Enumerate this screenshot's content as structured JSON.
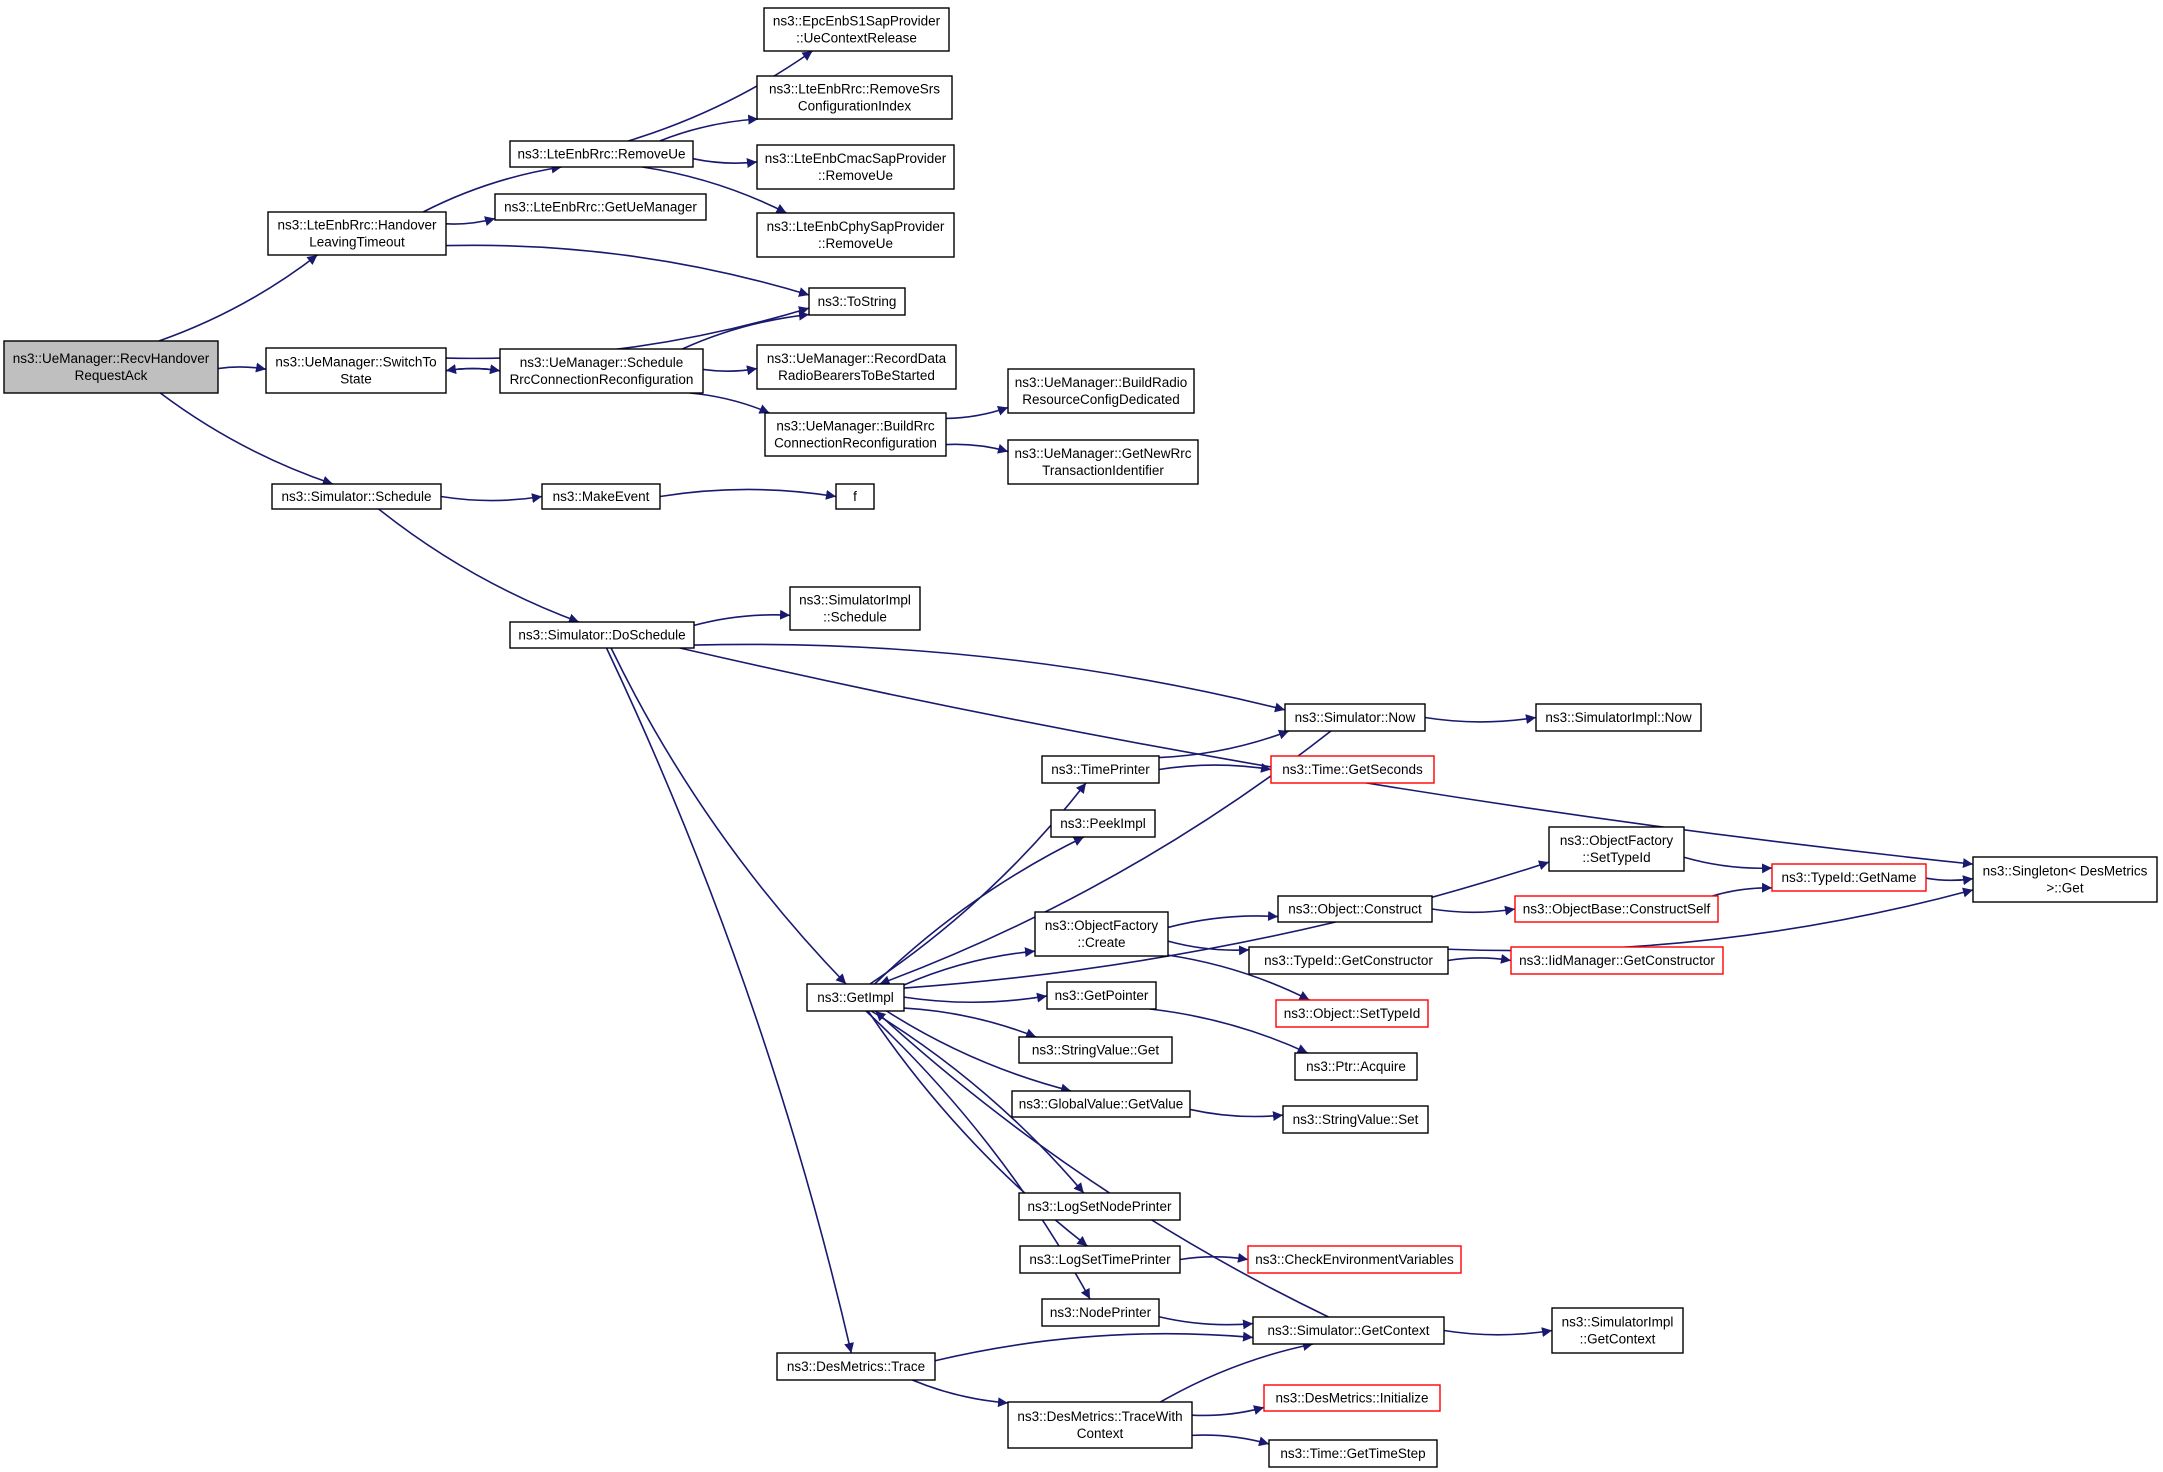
{
  "colors": {
    "edge": "#191970",
    "box_border": "#000000",
    "truncated_border": "#ff0000",
    "highlight_fill": "#bfbfbf"
  },
  "nodes": [
    {
      "id": "n_root",
      "lines": [
        "ns3::UeManager::RecvHandover",
        "RequestAck"
      ],
      "style": "highlight"
    },
    {
      "id": "n_hlt",
      "lines": [
        "ns3::LteEnbRrc::Handover",
        "LeavingTimeout"
      ],
      "style": "normal"
    },
    {
      "id": "n_switch",
      "lines": [
        "ns3::UeManager::SwitchTo",
        "State"
      ],
      "style": "normal"
    },
    {
      "id": "n_sched",
      "lines": [
        "ns3::Simulator::Schedule"
      ],
      "style": "normal"
    },
    {
      "id": "n_removeue",
      "lines": [
        "ns3::LteEnbRrc::RemoveUe"
      ],
      "style": "normal"
    },
    {
      "id": "n_getuemgr",
      "lines": [
        "ns3::LteEnbRrc::GetUeManager"
      ],
      "style": "normal"
    },
    {
      "id": "n_tostring",
      "lines": [
        "ns3::ToString"
      ],
      "style": "normal"
    },
    {
      "id": "n_schedrrc",
      "lines": [
        "ns3::UeManager::Schedule",
        "RrcConnectionReconfiguration"
      ],
      "style": "normal"
    },
    {
      "id": "n_makeevent",
      "lines": [
        "ns3::MakeEvent"
      ],
      "style": "normal"
    },
    {
      "id": "n_f",
      "lines": [
        "f"
      ],
      "style": "normal"
    },
    {
      "id": "n_doschedule",
      "lines": [
        "ns3::Simulator::DoSchedule"
      ],
      "style": "normal"
    },
    {
      "id": "n_epc",
      "lines": [
        "ns3::EpcEnbS1SapProvider",
        "::UeContextRelease"
      ],
      "style": "normal"
    },
    {
      "id": "n_removesrs",
      "lines": [
        "ns3::LteEnbRrc::RemoveSrs",
        "ConfigurationIndex"
      ],
      "style": "normal"
    },
    {
      "id": "n_cmac",
      "lines": [
        "ns3::LteEnbCmacSapProvider",
        "::RemoveUe"
      ],
      "style": "normal"
    },
    {
      "id": "n_cphy",
      "lines": [
        "ns3::LteEnbCphySapProvider",
        "::RemoveUe"
      ],
      "style": "normal"
    },
    {
      "id": "n_recorddata",
      "lines": [
        "ns3::UeManager::RecordData",
        "RadioBearersToBeStarted"
      ],
      "style": "normal"
    },
    {
      "id": "n_buildrrc",
      "lines": [
        "ns3::UeManager::BuildRrc",
        "ConnectionReconfiguration"
      ],
      "style": "normal"
    },
    {
      "id": "n_buildradio",
      "lines": [
        "ns3::UeManager::BuildRadio",
        "ResourceConfigDedicated"
      ],
      "style": "normal"
    },
    {
      "id": "n_getnewrrc",
      "lines": [
        "ns3::UeManager::GetNewRrc",
        "TransactionIdentifier"
      ],
      "style": "normal"
    },
    {
      "id": "n_simimplsched",
      "lines": [
        "ns3::SimulatorImpl",
        "::Schedule"
      ],
      "style": "normal"
    },
    {
      "id": "n_simnow",
      "lines": [
        "ns3::Simulator::Now"
      ],
      "style": "normal"
    },
    {
      "id": "n_simimplnow",
      "lines": [
        "ns3::SimulatorImpl::Now"
      ],
      "style": "normal"
    },
    {
      "id": "n_timeprinter",
      "lines": [
        "ns3::TimePrinter"
      ],
      "style": "normal"
    },
    {
      "id": "n_getseconds",
      "lines": [
        "ns3::Time::GetSeconds"
      ],
      "style": "red"
    },
    {
      "id": "n_peekimpl",
      "lines": [
        "ns3::PeekImpl"
      ],
      "style": "normal"
    },
    {
      "id": "n_ofsettypeid",
      "lines": [
        "ns3::ObjectFactory",
        "::SetTypeId"
      ],
      "style": "normal"
    },
    {
      "id": "n_ofcreate",
      "lines": [
        "ns3::ObjectFactory",
        "::Create"
      ],
      "style": "normal"
    },
    {
      "id": "n_objconstruct",
      "lines": [
        "ns3::Object::Construct"
      ],
      "style": "normal"
    },
    {
      "id": "n_constructself",
      "lines": [
        "ns3::ObjectBase::ConstructSelf"
      ],
      "style": "red"
    },
    {
      "id": "n_getname",
      "lines": [
        "ns3::TypeId::GetName"
      ],
      "style": "red"
    },
    {
      "id": "n_singleton",
      "lines": [
        "ns3::Singleton< DesMetrics",
        ">::Get"
      ],
      "style": "normal"
    },
    {
      "id": "n_getimpl",
      "lines": [
        "ns3::GetImpl"
      ],
      "style": "normal"
    },
    {
      "id": "n_getconstructor",
      "lines": [
        "ns3::TypeId::GetConstructor"
      ],
      "style": "normal"
    },
    {
      "id": "n_iidmgr",
      "lines": [
        "ns3::IidManager::GetConstructor"
      ],
      "style": "red"
    },
    {
      "id": "n_objsettypeid",
      "lines": [
        "ns3::Object::SetTypeId"
      ],
      "style": "red"
    },
    {
      "id": "n_getpointer",
      "lines": [
        "ns3::GetPointer"
      ],
      "style": "normal"
    },
    {
      "id": "n_ptracquire",
      "lines": [
        "ns3::Ptr::Acquire"
      ],
      "style": "normal"
    },
    {
      "id": "n_strget",
      "lines": [
        "ns3::StringValue::Get"
      ],
      "style": "normal"
    },
    {
      "id": "n_globalgetvalue",
      "lines": [
        "ns3::GlobalValue::GetValue"
      ],
      "style": "normal"
    },
    {
      "id": "n_strset",
      "lines": [
        "ns3::StringValue::Set"
      ],
      "style": "normal"
    },
    {
      "id": "n_lognode",
      "lines": [
        "ns3::LogSetNodePrinter"
      ],
      "style": "normal"
    },
    {
      "id": "n_logtime",
      "lines": [
        "ns3::LogSetTimePrinter"
      ],
      "style": "normal"
    },
    {
      "id": "n_checkenv",
      "lines": [
        "ns3::CheckEnvironmentVariables"
      ],
      "style": "red"
    },
    {
      "id": "n_nodeprinter",
      "lines": [
        "ns3::NodePrinter"
      ],
      "style": "normal"
    },
    {
      "id": "n_simgetctx",
      "lines": [
        "ns3::Simulator::GetContext"
      ],
      "style": "normal"
    },
    {
      "id": "n_simimplgetctx",
      "lines": [
        "ns3::SimulatorImpl",
        "::GetContext"
      ],
      "style": "normal"
    },
    {
      "id": "n_desmtrace",
      "lines": [
        "ns3::DesMetrics::Trace"
      ],
      "style": "normal"
    },
    {
      "id": "n_desmtracectx",
      "lines": [
        "ns3::DesMetrics::TraceWith",
        "Context"
      ],
      "style": "normal"
    },
    {
      "id": "n_desminit",
      "lines": [
        "ns3::DesMetrics::Initialize"
      ],
      "style": "red"
    },
    {
      "id": "n_gettimestep",
      "lines": [
        "ns3::Time::GetTimeStep"
      ],
      "style": "normal"
    }
  ],
  "edges": [
    [
      "n_root",
      "n_hlt"
    ],
    [
      "n_root",
      "n_switch"
    ],
    [
      "n_root",
      "n_sched"
    ],
    [
      "n_hlt",
      "n_removeue"
    ],
    [
      "n_hlt",
      "n_getuemgr"
    ],
    [
      "n_hlt",
      "n_tostring"
    ],
    [
      "n_removeue",
      "n_epc"
    ],
    [
      "n_removeue",
      "n_removesrs"
    ],
    [
      "n_removeue",
      "n_cmac"
    ],
    [
      "n_removeue",
      "n_cphy"
    ],
    [
      "n_switch",
      "n_tostring"
    ],
    [
      "n_switch",
      "n_schedrrc"
    ],
    [
      "n_schedrrc",
      "n_switch"
    ],
    [
      "n_schedrrc",
      "n_tostring"
    ],
    [
      "n_schedrrc",
      "n_recorddata"
    ],
    [
      "n_schedrrc",
      "n_buildrrc"
    ],
    [
      "n_buildrrc",
      "n_buildradio"
    ],
    [
      "n_buildrrc",
      "n_getnewrrc"
    ],
    [
      "n_sched",
      "n_makeevent"
    ],
    [
      "n_makeevent",
      "n_f"
    ],
    [
      "n_sched",
      "n_doschedule"
    ],
    [
      "n_doschedule",
      "n_simimplsched"
    ],
    [
      "n_doschedule",
      "n_singleton"
    ],
    [
      "n_doschedule",
      "n_simnow"
    ],
    [
      "n_doschedule",
      "n_getimpl"
    ],
    [
      "n_doschedule",
      "n_desmtrace"
    ],
    [
      "n_simnow",
      "n_simimplnow"
    ],
    [
      "n_simnow",
      "n_getimpl"
    ],
    [
      "n_timeprinter",
      "n_simnow"
    ],
    [
      "n_timeprinter",
      "n_getseconds"
    ],
    [
      "n_getimpl",
      "n_timeprinter"
    ],
    [
      "n_getimpl",
      "n_peekimpl"
    ],
    [
      "n_getimpl",
      "n_ofsettypeid"
    ],
    [
      "n_getimpl",
      "n_ofcreate"
    ],
    [
      "n_getimpl",
      "n_getpointer"
    ],
    [
      "n_getimpl",
      "n_strget"
    ],
    [
      "n_getimpl",
      "n_globalgetvalue"
    ],
    [
      "n_getimpl",
      "n_lognode"
    ],
    [
      "n_getimpl",
      "n_logtime"
    ],
    [
      "n_getimpl",
      "n_nodeprinter"
    ],
    [
      "n_ofsettypeid",
      "n_getname"
    ],
    [
      "n_ofcreate",
      "n_objconstruct"
    ],
    [
      "n_ofcreate",
      "n_getconstructor"
    ],
    [
      "n_ofcreate",
      "n_objsettypeid"
    ],
    [
      "n_objconstruct",
      "n_constructself"
    ],
    [
      "n_constructself",
      "n_getname"
    ],
    [
      "n_getname",
      "n_singleton"
    ],
    [
      "n_getconstructor",
      "n_iidmgr"
    ],
    [
      "n_getconstructor",
      "n_singleton"
    ],
    [
      "n_getpointer",
      "n_ptracquire"
    ],
    [
      "n_globalgetvalue",
      "n_strset"
    ],
    [
      "n_logtime",
      "n_checkenv"
    ],
    [
      "n_nodeprinter",
      "n_simgetctx"
    ],
    [
      "n_simgetctx",
      "n_getimpl"
    ],
    [
      "n_simgetctx",
      "n_simimplgetctx"
    ],
    [
      "n_desmtrace",
      "n_simgetctx"
    ],
    [
      "n_desmtrace",
      "n_desmtracectx"
    ],
    [
      "n_desmtracectx",
      "n_simgetctx"
    ],
    [
      "n_desmtracectx",
      "n_desminit"
    ],
    [
      "n_desmtracectx",
      "n_gettimestep"
    ]
  ]
}
